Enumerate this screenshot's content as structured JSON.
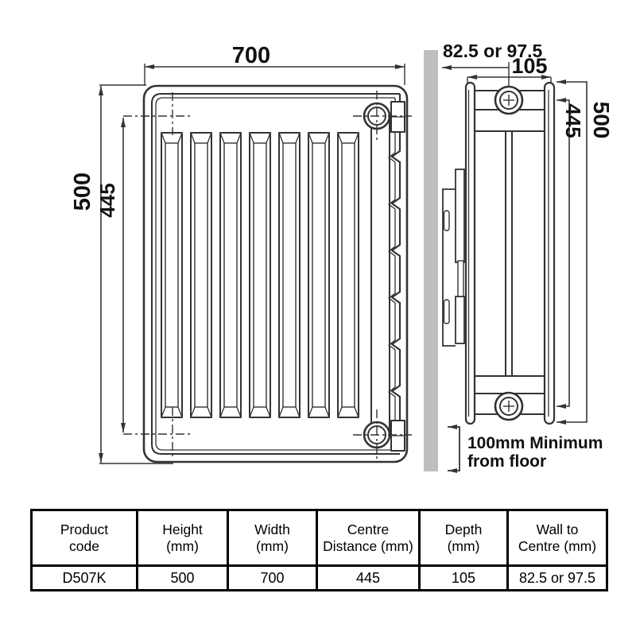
{
  "diagram": {
    "front_view": {
      "width_label": "700",
      "height_label": "500",
      "centre_distance_label": "445"
    },
    "side_view": {
      "wall_to_centre_label": "82.5 or 97.5",
      "depth_label": "105",
      "centre_distance_label": "445",
      "height_label": "500",
      "floor_note_line1": "100mm Minimum",
      "floor_note_line2": "from floor"
    },
    "colors": {
      "line": "#333333",
      "wall_fill": "#bfbfbf",
      "text": "#111111"
    }
  },
  "table": {
    "headers": [
      {
        "l1": "Product",
        "l2": "code"
      },
      {
        "l1": "Height",
        "l2": "(mm)"
      },
      {
        "l1": "Width",
        "l2": "(mm)"
      },
      {
        "l1": "Centre",
        "l2": "Distance (mm)"
      },
      {
        "l1": "Depth",
        "l2": "(mm)"
      },
      {
        "l1": "Wall to",
        "l2": "Centre (mm)"
      }
    ],
    "row": [
      "D507K",
      "500",
      "700",
      "445",
      "105",
      "82.5 or 97.5"
    ]
  }
}
